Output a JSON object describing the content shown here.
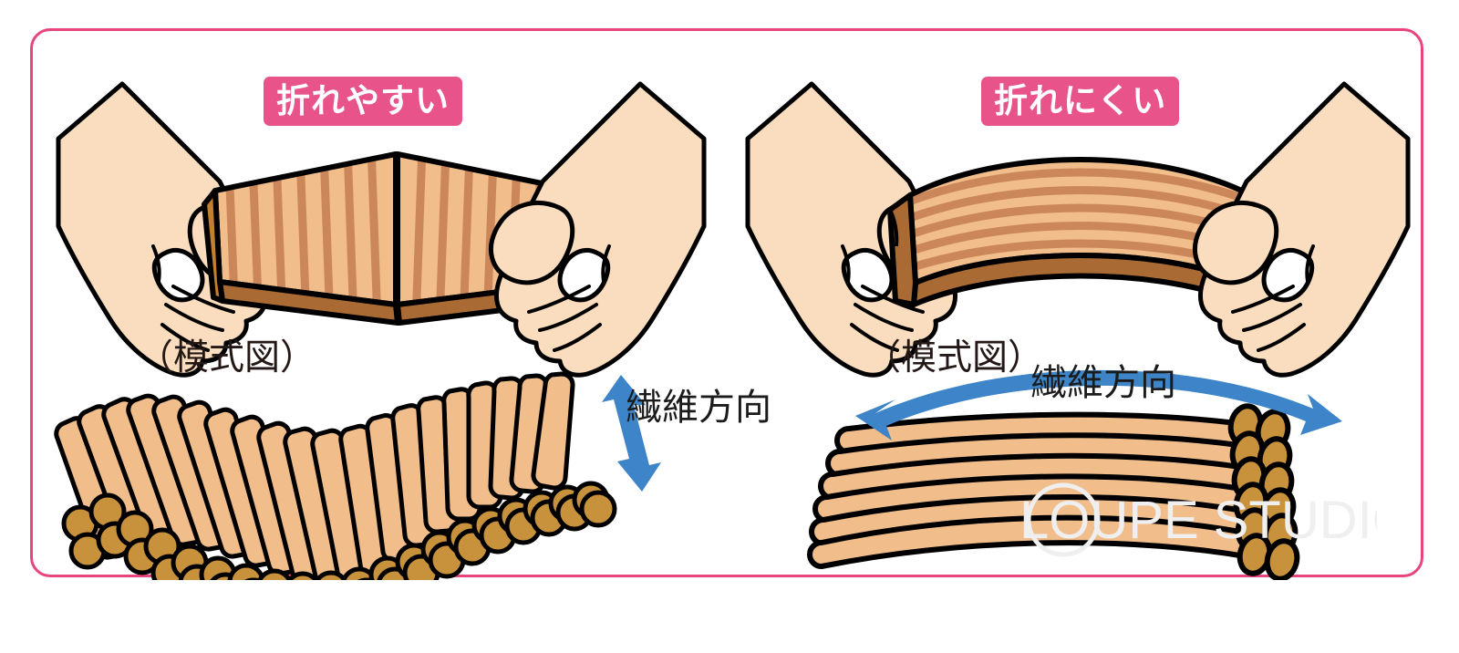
{
  "figure": {
    "border_color": "#E8447E",
    "background": "#ffffff",
    "topic": "wood fiber direction and bending strength"
  },
  "panels": [
    {
      "id": "left",
      "badge_label": "折れやすい",
      "badge_color": "#E8538A",
      "badge_text_color": "#ffffff",
      "schematic_label": "（模式図）",
      "fiber_label": "繊維方向",
      "arrow": {
        "orientation": "vertical",
        "style": "double-headed",
        "color": "#3D85C8"
      },
      "board_state": "snapped at the middle",
      "grain_orientation": "perpendicular to the board length"
    },
    {
      "id": "right",
      "badge_label": "折れにくい",
      "badge_color": "#E8538A",
      "badge_text_color": "#ffffff",
      "schematic_label": "（模式図）",
      "fiber_label": "繊維方向",
      "arrow": {
        "orientation": "horizontal-curved",
        "style": "double-headed",
        "color": "#3D85C8"
      },
      "board_state": "flexed smoothly into an arc",
      "grain_orientation": "parallel to the board length"
    }
  ],
  "colors": {
    "skin": "#FADCBE",
    "outline": "#000000",
    "wood_light": "#F0BD8B",
    "wood_stripe": "#CB8759",
    "wood_edge": "#A96A33",
    "fiber_end": "#C8923C",
    "arrow_blue": "#3D85C8"
  },
  "watermark": {
    "text": "LOUPE STUDIO",
    "color": "#EFEFEF"
  }
}
